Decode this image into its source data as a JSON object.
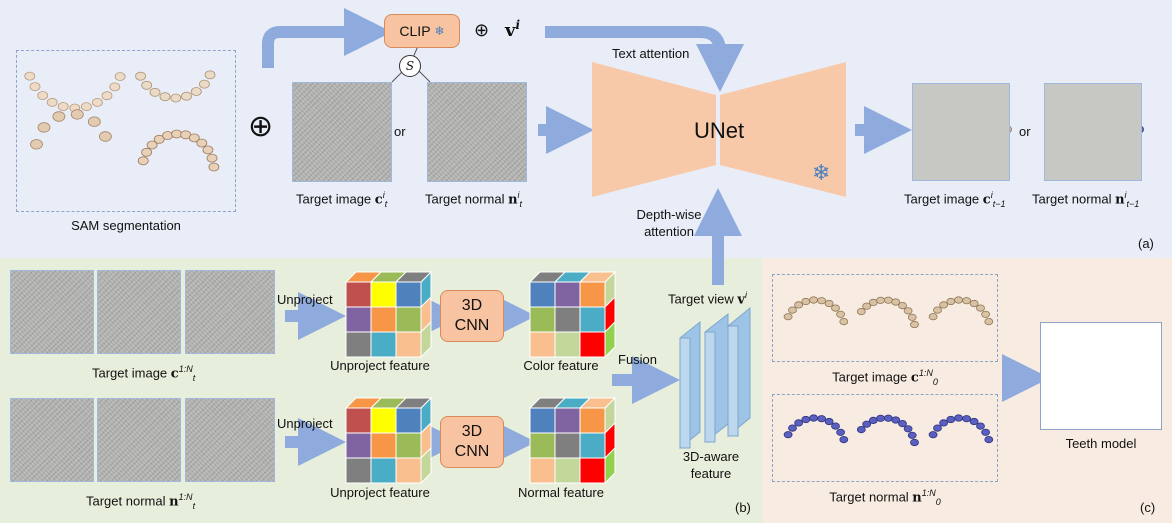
{
  "panel_a": {
    "tag": "(a)",
    "sam_caption": "SAM segmentation",
    "clip_label": "CLIP",
    "oplus_symbol": "⊕",
    "v_label": "v",
    "v_sup": "i",
    "s_symbol": "S",
    "or_1": "or",
    "or_2": "or",
    "text_attention": "Text attention",
    "unet_label": "UNet",
    "depth_attention": [
      "Depth-wise",
      "attention"
    ],
    "target_image_t": {
      "text": "Target image ",
      "sym": "c",
      "sup": "i",
      "sub": "t"
    },
    "target_normal_t": {
      "text": "Target normal ",
      "sym": "n",
      "sup": "i",
      "sub": "t"
    },
    "target_image_t1": {
      "text": "Target image ",
      "sym": "c",
      "sup": "i",
      "sub": "t−1"
    },
    "target_normal_t1": {
      "text": "Target normal ",
      "sym": "n",
      "sup": "i",
      "sub": "t−1"
    }
  },
  "panel_b": {
    "tag": "(b)",
    "unproject_1": "Unproject",
    "unproject_2": "Unproject",
    "unproject_feature_1": "Unproject feature",
    "unproject_feature_2": "Unproject feature",
    "cnn_1": [
      "3D",
      "CNN"
    ],
    "cnn_2": [
      "3D",
      "CNN"
    ],
    "color_feature": "Color feature",
    "normal_feature": "Normal feature",
    "fusion": "Fusion",
    "target_view": {
      "text": "Target view ",
      "sym": "v",
      "sup": "i"
    },
    "aware_feature": [
      "3D-aware",
      "feature"
    ],
    "target_image_n": {
      "text": "Target image ",
      "sym": "c",
      "sup": "1:N",
      "sub": "t"
    },
    "target_normal_n": {
      "text": "Target normal ",
      "sym": "n",
      "sup": "1:N",
      "sub": "t"
    }
  },
  "panel_c": {
    "tag": "(c)",
    "target_image_0": {
      "text": "Target image ",
      "sym": "c",
      "sup": "1:N",
      "sub": "0"
    },
    "target_normal_0": {
      "text": "Target normal ",
      "sym": "n",
      "sup": "1:N",
      "sub": "0"
    },
    "teeth_model": "Teeth model"
  },
  "colors": {
    "arrow": "#8faadc",
    "panel_a_bg": "#e8edf7",
    "panel_b_bg": "#e7efdc",
    "panel_c_bg": "#f8ece2",
    "unet_fill": "#f8c9a8",
    "clip_fill": "#f7c3a0",
    "cube": [
      "#c0504d",
      "#ffff00",
      "#4f81bd",
      "#8064a2",
      "#f79646",
      "#9bbb59",
      "#7f7f7f",
      "#4bacc6",
      "#fabf8f",
      "#c4d79b",
      "#ff0000",
      "#92d050"
    ]
  }
}
